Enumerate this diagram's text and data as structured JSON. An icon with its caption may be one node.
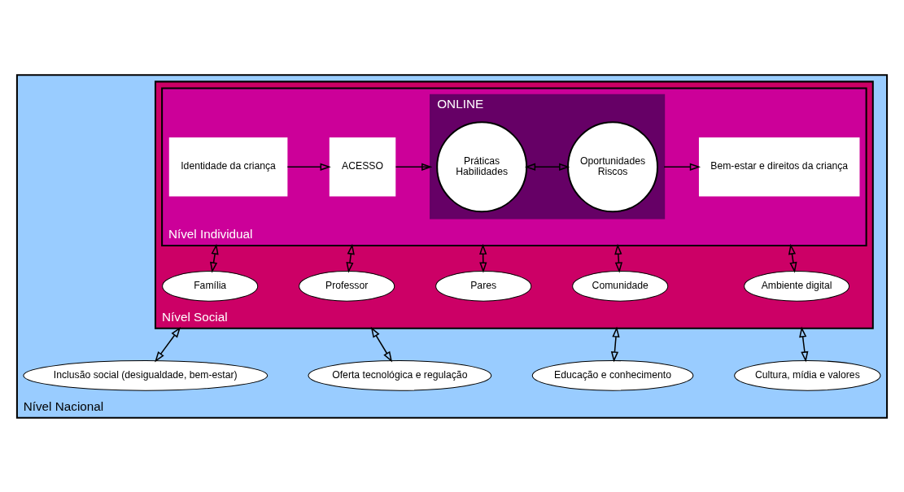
{
  "diagram": {
    "nodes": [
      {
        "text": [
          "Nível Nacional"
        ]
      },
      {
        "text": [
          "Nível Social"
        ],
        "in": 0
      },
      {
        "text": [
          "Nível Individual"
        ],
        "in": 1
      },
      {
        "text": [
          "Identidade da criança"
        ],
        "in": 2
      },
      {
        "text": [
          "ACESSO"
        ],
        "in": 2
      },
      {
        "text": [
          "ONLINE"
        ],
        "in": 2
      },
      {
        "text": [
          "Práticas",
          "Habilidades"
        ],
        "in": 5
      },
      {
        "text": [
          "Oportunidades",
          "Riscos"
        ],
        "in": 5
      },
      {
        "text": [
          "Bem-estar e direitos da criança"
        ],
        "in": 2
      },
      {
        "text": [
          "Família"
        ],
        "in": 1
      },
      {
        "text": [
          "Professor"
        ],
        "in": 1
      },
      {
        "text": [
          "Pares"
        ],
        "in": 1
      },
      {
        "text": [
          "Comunidade"
        ],
        "in": 1
      },
      {
        "text": [
          "Ambiente digital"
        ],
        "in": 1
      },
      {
        "text": [
          "Inclusão social (desigualdade, bem-estar)"
        ],
        "in": 0
      },
      {
        "text": [
          "Oferta tecnológica e regulação"
        ],
        "in": 0
      },
      {
        "text": [
          "Educação e conhecimento"
        ],
        "in": 0
      },
      {
        "text": [
          "Cultura, mídia e valores"
        ],
        "in": 0
      }
    ],
    "edges": [
      {
        "from": 3,
        "to": 4,
        "arrow": "to"
      },
      {
        "from": 4,
        "to": 5,
        "arrow": "to"
      },
      {
        "from": 6,
        "to": 7,
        "arrow": "both"
      },
      {
        "from": 5,
        "to": 8,
        "arrow": "to"
      },
      {
        "from": 9,
        "to": 2,
        "arrow": "both"
      },
      {
        "from": 10,
        "to": 2,
        "arrow": "both"
      },
      {
        "from": 11,
        "to": 2,
        "arrow": "both"
      },
      {
        "from": 12,
        "to": 2,
        "arrow": "both"
      },
      {
        "from": 13,
        "to": 2,
        "arrow": "both"
      },
      {
        "from": 14,
        "to": 1,
        "arrow": "both"
      },
      {
        "from": 15,
        "to": 1,
        "arrow": "both"
      },
      {
        "from": 16,
        "to": 1,
        "arrow": "both"
      },
      {
        "from": 17,
        "to": 1,
        "arrow": "both"
      }
    ]
  }
}
